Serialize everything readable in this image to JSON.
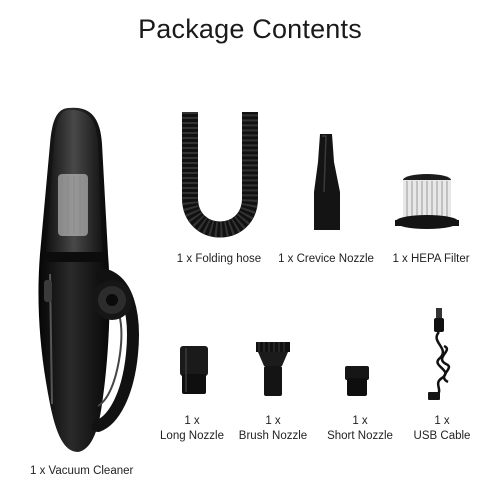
{
  "page": {
    "title": "Package Contents"
  },
  "items": [
    {
      "id": "vacuum-cleaner",
      "label": "1 x Vacuum Cleaner"
    },
    {
      "id": "folding-hose",
      "label": "1 x Folding hose"
    },
    {
      "id": "crevice-nozzle",
      "label": "1 x Crevice Nozzle"
    },
    {
      "id": "hepa-filter",
      "label": "1 x HEPA Filter"
    },
    {
      "id": "long-nozzle",
      "qty": "1 x",
      "label": "Long Nozzle"
    },
    {
      "id": "brush-nozzle",
      "qty": "1 x",
      "label": "Brush Nozzle"
    },
    {
      "id": "short-nozzle",
      "qty": "1 x",
      "label": "Short Nozzle"
    },
    {
      "id": "usb-cable",
      "qty": "1 x",
      "label": "USB Cable"
    }
  ],
  "colors": {
    "product_black": "#1b1b1b",
    "text": "#222222",
    "background": "#ffffff"
  }
}
